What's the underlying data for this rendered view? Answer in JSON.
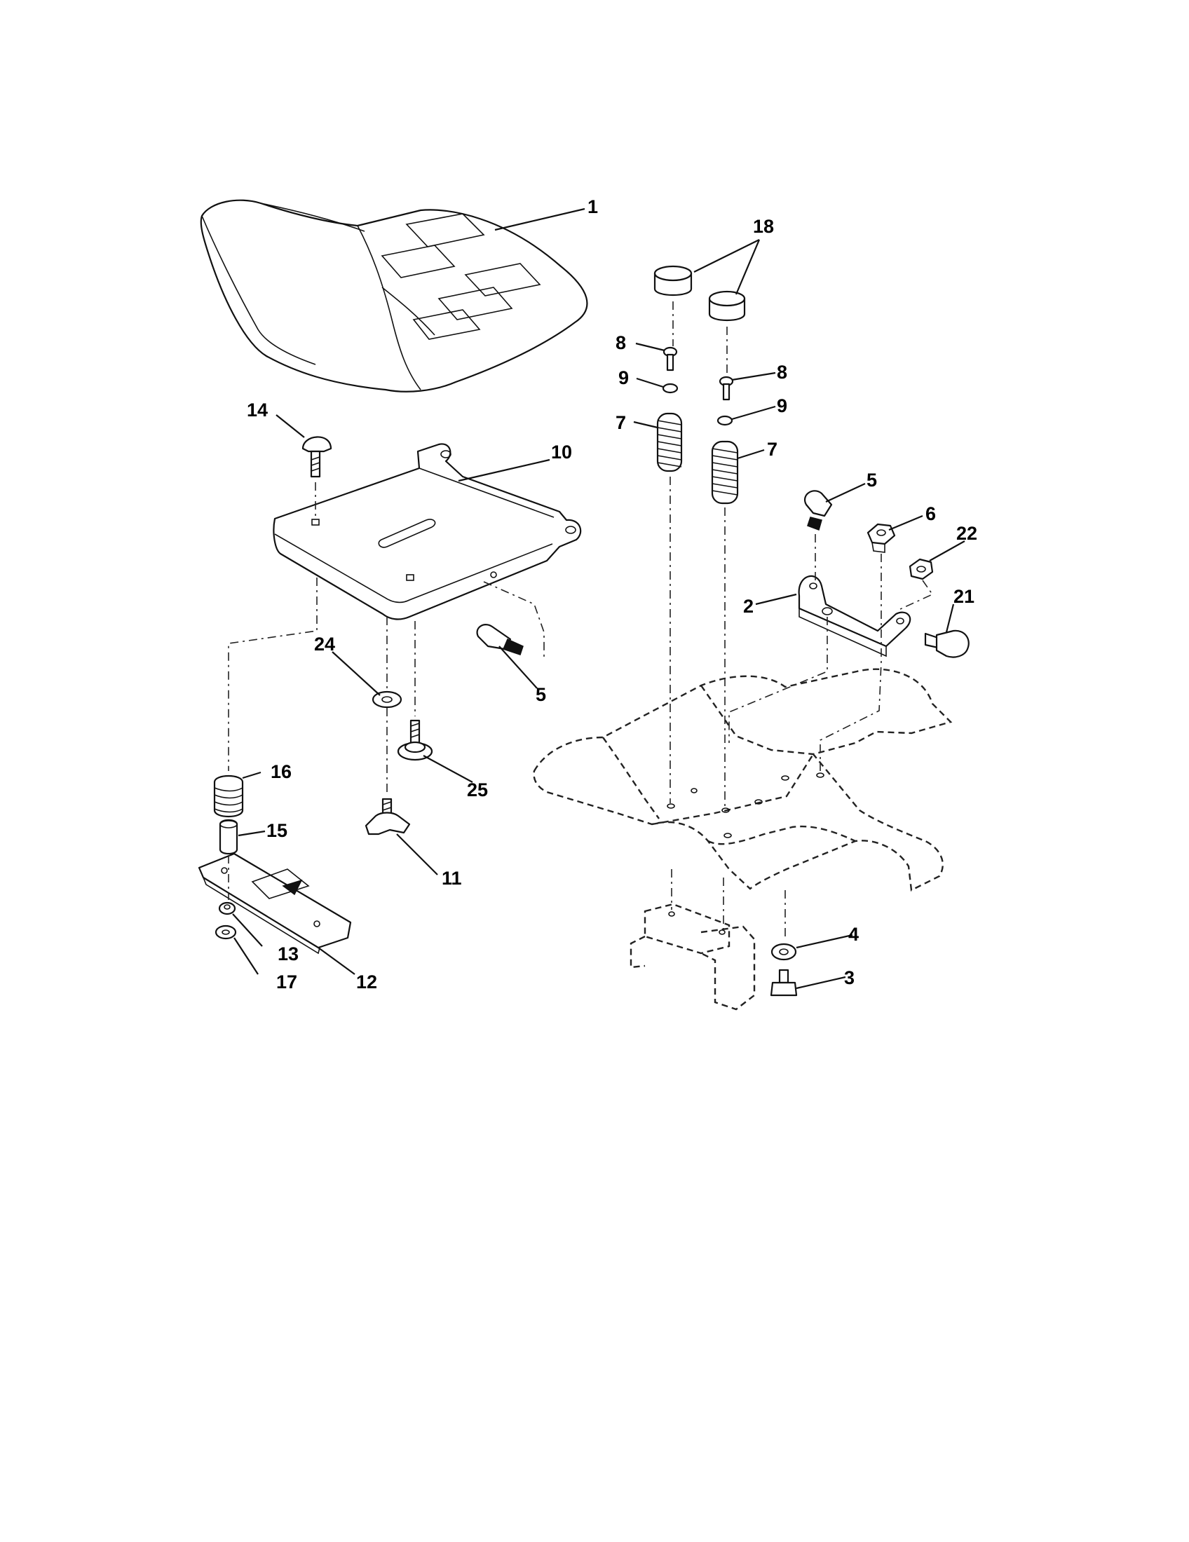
{
  "callouts": {
    "c1": "1",
    "c2": "2",
    "c3": "3",
    "c4": "4",
    "c5a": "5",
    "c5b": "5",
    "c6": "6",
    "c7a": "7",
    "c7b": "7",
    "c8a": "8",
    "c8b": "8",
    "c9a": "9",
    "c9b": "9",
    "c10": "10",
    "c11": "11",
    "c12": "12",
    "c13": "13",
    "c14": "14",
    "c15": "15",
    "c16": "16",
    "c17": "17",
    "c18": "18",
    "c21": "21",
    "c22": "22",
    "c24": "24",
    "c25": "25"
  }
}
